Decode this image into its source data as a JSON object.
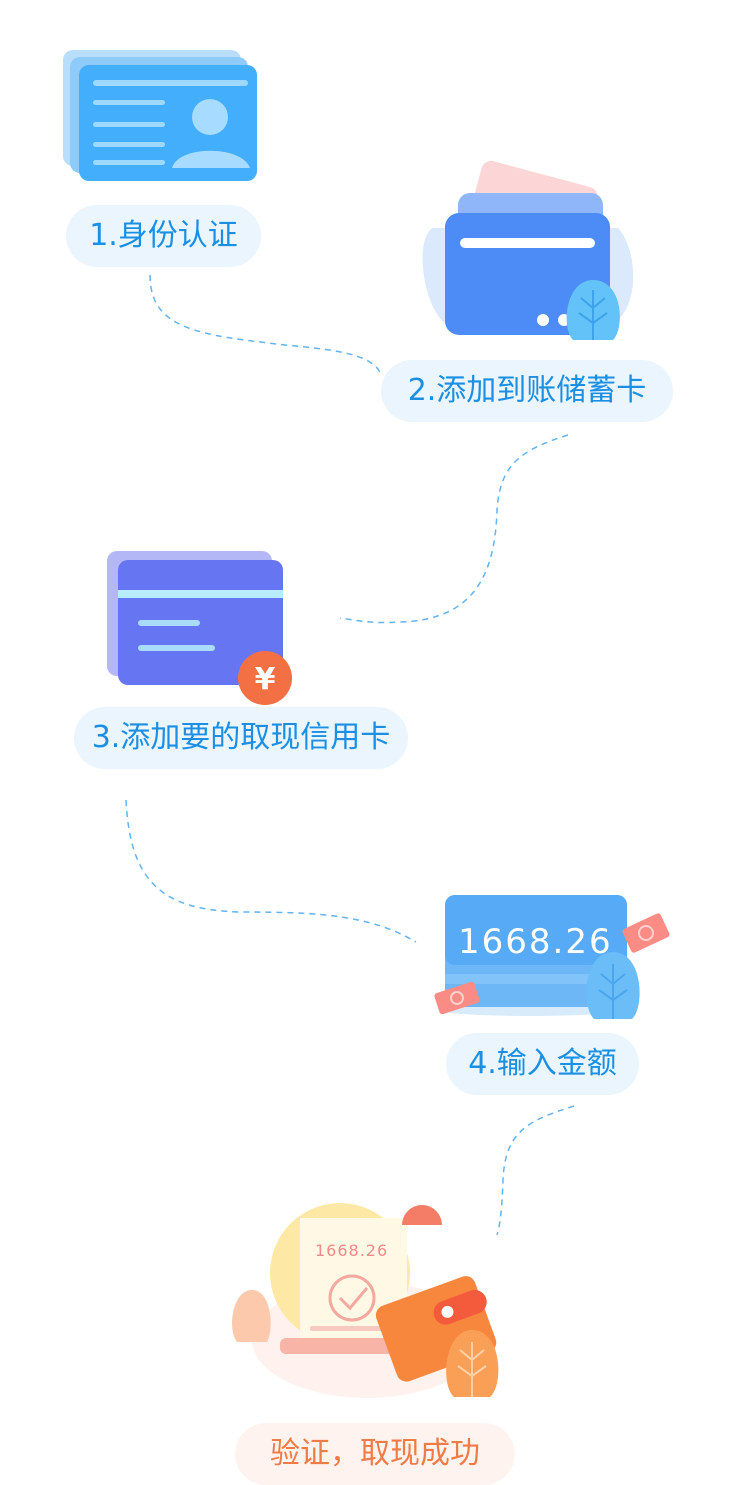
{
  "steps": [
    {
      "label": "1.身份认证"
    },
    {
      "label": "2.添加到账储蓄卡"
    },
    {
      "label": "3.添加要的取现信用卡"
    },
    {
      "label": "4.输入金额"
    },
    {
      "label": "验证，取现成功"
    }
  ],
  "amount_card": {
    "amount": "1668.26"
  },
  "receipt": {
    "amount": "1668.26"
  },
  "icons": {
    "step1": "id-card-icon",
    "step2": "bank-card-icon",
    "step3": "credit-card-yuan-icon",
    "step4": "amount-card-icon",
    "step5": "success-wallet-icon"
  },
  "colors": {
    "pill_bg": "#eaf5fd",
    "pill_text": "#1a8fe3",
    "success_pill_bg": "#fff3ef",
    "success_pill_text": "#f07b45",
    "connector": "#62b3ef"
  }
}
